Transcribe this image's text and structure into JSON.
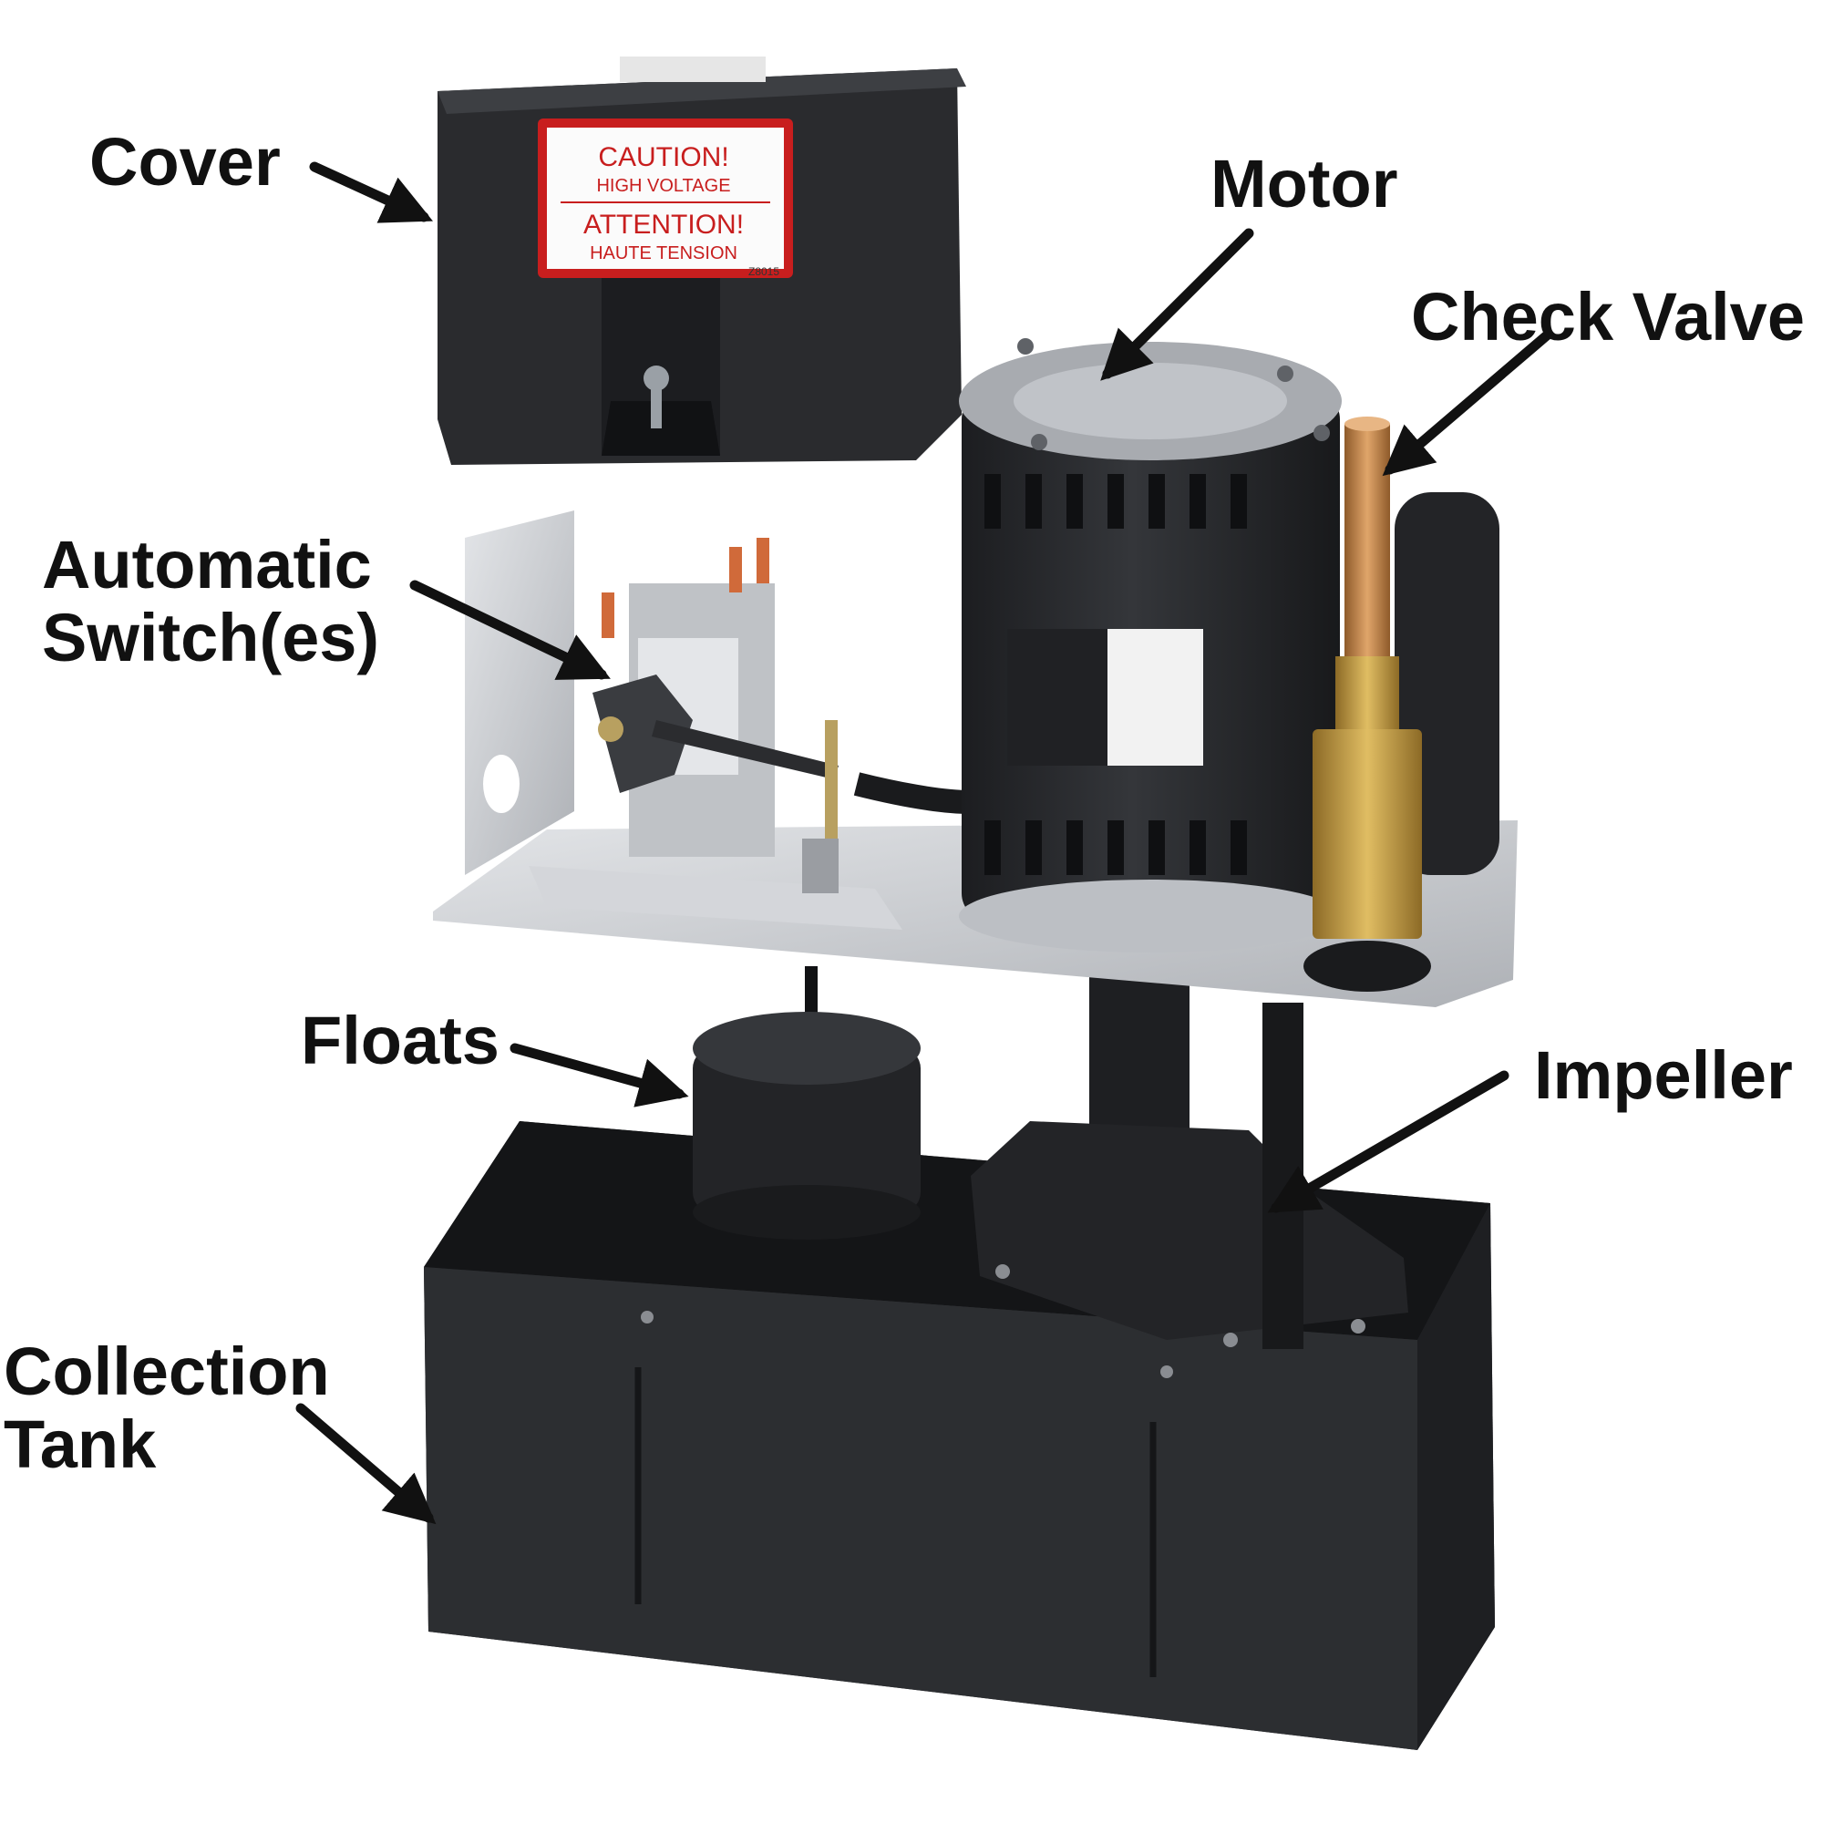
{
  "callouts": {
    "cover": "Cover",
    "motor": "Motor",
    "check_valve": "Check Valve",
    "automatic_switch_line1": "Automatic",
    "automatic_switch_line2": "Switch(es)",
    "floats": "Floats",
    "impeller": "Impeller",
    "collection_tank_line1": "Collection",
    "collection_tank_line2": "Tank"
  },
  "warning_tag": {
    "line1": "CAUTION!",
    "line2": "HIGH VOLTAGE",
    "line3": "ATTENTION!",
    "line4": "HAUTE TENSION",
    "code": "Z8015"
  },
  "colors": {
    "plastic": "#2a2b2e",
    "metal_plate": "#c9cbcf",
    "brass": "#c9a24a",
    "copper": "#c98a4a",
    "label_red": "#c81e1e",
    "arrow": "#111111"
  }
}
